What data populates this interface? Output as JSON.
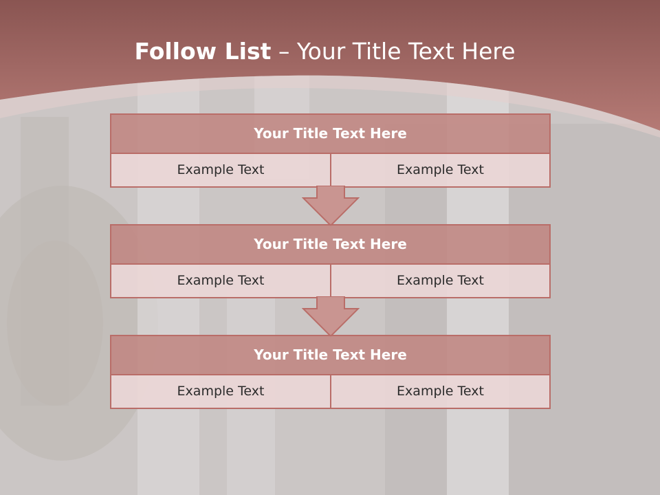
{
  "slide": {
    "title_strong": "Follow List",
    "title_rest": " – Your Title Text Here"
  },
  "colors": {
    "header": "#a86661",
    "box_title_fill": "#c08682",
    "box_border": "#b96d68",
    "cell_fill": "#ead6d6"
  },
  "steps": [
    {
      "title": "Your Title Text Here",
      "left": "Example Text",
      "right": "Example Text"
    },
    {
      "title": "Your Title Text Here",
      "left": "Example Text",
      "right": "Example Text"
    },
    {
      "title": "Your Title Text Here",
      "left": "Example Text",
      "right": "Example Text"
    }
  ],
  "connectors": [
    "arrow-down-icon",
    "arrow-down-icon"
  ]
}
